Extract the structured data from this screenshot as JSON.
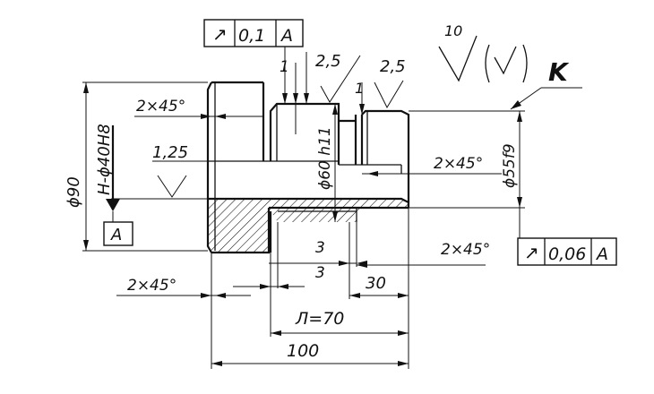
{
  "tolerance_frames": {
    "top": {
      "symbol": "↗",
      "value": "0,1",
      "datum": "A"
    },
    "right": {
      "symbol": "↗",
      "value": "0,06",
      "datum": "A"
    }
  },
  "datum_box": "A",
  "surface_finish": {
    "grade": "10",
    "general": "(√)"
  },
  "surface_marker": "K",
  "dimensions": {
    "gap_1": "1",
    "gap_1_right": "1",
    "roughness_25_a": "2,5",
    "roughness_25_b": "2,5",
    "roughness_125": "1,25",
    "chamfer_left_top": "2×45°",
    "chamfer_right_mid": "2×45°",
    "chamfer_right_bottom": "2×45°",
    "chamfer_left_bottom": "2×45°",
    "dia_90": "ϕ90",
    "bore": "Н-ϕ40Н8",
    "dia_60": "ϕ60 h11",
    "dia_55": "ϕ55f9",
    "dim_3a": "3",
    "dim_3b": "3",
    "dim_30": "30",
    "dim_70": "Л=70",
    "dim_100": "100"
  }
}
